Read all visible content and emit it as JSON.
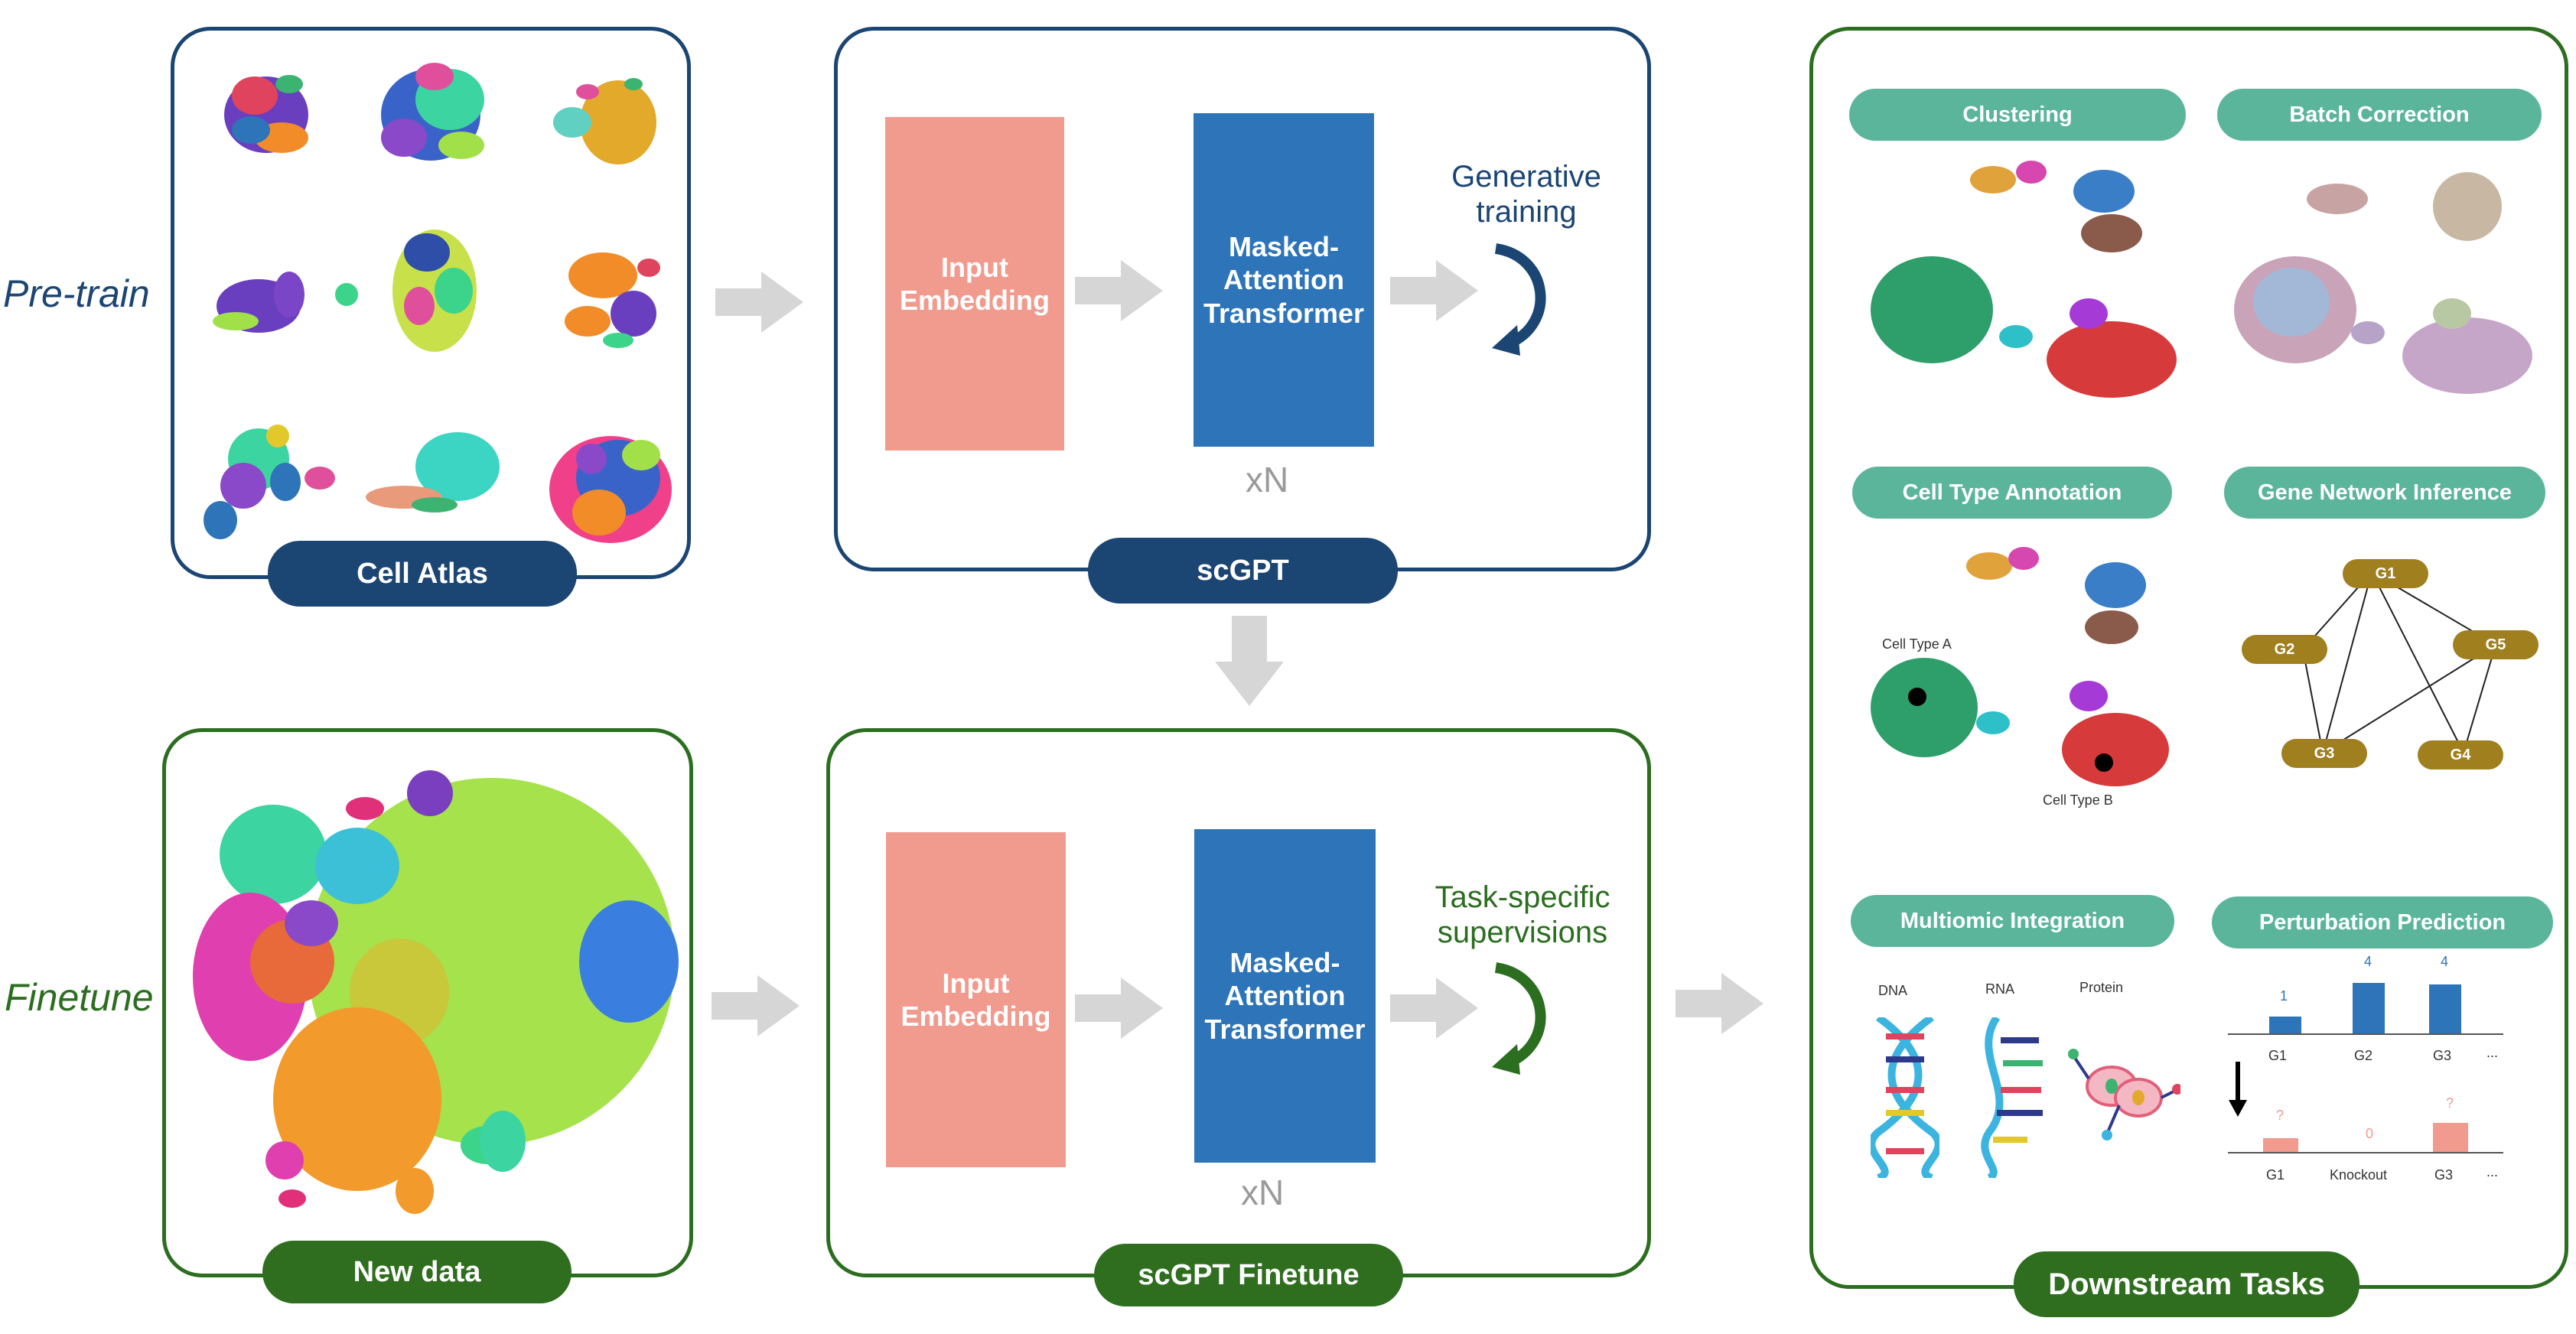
{
  "row_labels": {
    "pretrain": "Pre-train",
    "finetune": "Finetune"
  },
  "cell_atlas": {
    "label": "Cell Atlas"
  },
  "new_data": {
    "label": "New data"
  },
  "scgpt": {
    "label": "scGPT",
    "embedding": "Input\nEmbedding",
    "transformer": "Masked-\nAttention\nTransformer",
    "repeat": "xN",
    "objective": "Generative\ntraining"
  },
  "scgpt_finetune": {
    "label": "scGPT Finetune",
    "embedding": "Input\nEmbedding",
    "transformer": "Masked-\nAttention\nTransformer",
    "repeat": "xN",
    "objective": "Task-specific\nsupervisions"
  },
  "downstream": {
    "label": "Downstream Tasks",
    "tasks": [
      "Clustering",
      "Batch Correction",
      "Cell Type Annotation",
      "Gene Network Inference",
      "Multiomic Integration",
      "Perturbation Prediction"
    ],
    "annotation_labels": {
      "a": "Cell Type A",
      "b": "Cell Type B"
    },
    "gene_nodes": [
      "G1",
      "G2",
      "G5",
      "G3",
      "G4"
    ],
    "omics_labels": [
      "DNA",
      "RNA",
      "Protein"
    ],
    "perturbation": {
      "top_values": [
        "1",
        "4",
        "4"
      ],
      "top_categories": [
        "G1",
        "G2",
        "G3",
        "..."
      ],
      "bottom_values": [
        "?",
        "0",
        "?"
      ],
      "bottom_categories": [
        "G1",
        "Knockout",
        "G3",
        "..."
      ]
    }
  },
  "colors": {
    "pretrain_blue": "#1b4573",
    "finetune_green": "#2b6e1f",
    "embedding": "#f19a8e",
    "transformer": "#2d74b8",
    "task_pill": "#5bb59b",
    "gene_node": "#a07f1f",
    "arrow_gray": "#d6d6d6"
  }
}
